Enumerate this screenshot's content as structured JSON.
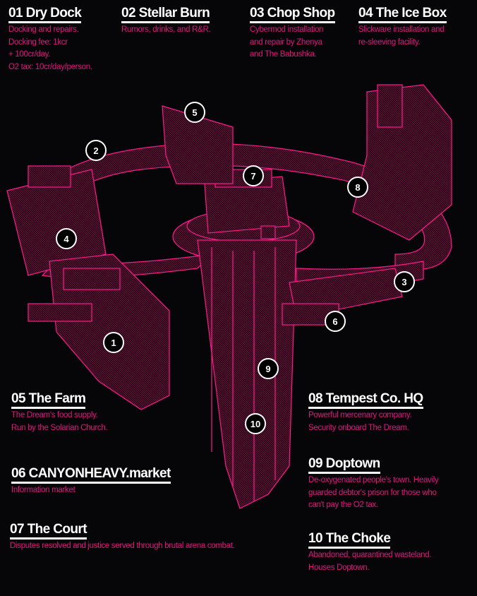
{
  "locations": [
    {
      "title": "01 Dry Dock",
      "desc": "Docking and repairs.\nDocking fee: 1kcr\n              + 100cr/day.\nO2 tax: 10cr/day/person."
    },
    {
      "title": "02 Stellar Burn",
      "desc": "Rumors, drinks, and R&R."
    },
    {
      "title": "03 Chop Shop",
      "desc": "Cybermod installation\nand repair by Zhenya\nand The Babushka."
    },
    {
      "title": "04 The Ice Box",
      "desc": "Slickware installation and\nre-sleeving facility."
    },
    {
      "title": "05 The Farm",
      "desc": "The Dream's food supply.\nRun by the Solarian Church."
    },
    {
      "title": "06 CANYONHEAVY.market",
      "desc": "Information market"
    },
    {
      "title": "07 The Court",
      "desc": "Disputes resolved  and justice served through brutal arena combat."
    },
    {
      "title": "08 Tempest Co. HQ",
      "desc": "Powerful mercenary company.\nSecurity onboard The Dream."
    },
    {
      "title": "09 Doptown",
      "desc": "De-oxygenated people's town. Heavily\nguarded debtor's prison for those who\ncan't pay the O2 tax."
    },
    {
      "title": "10 The Choke",
      "desc": "Abandoned, quarantined wasteland.\nHouses Doptown."
    }
  ],
  "markers": [
    "1",
    "2",
    "3",
    "4",
    "5",
    "6",
    "7",
    "8",
    "9",
    "10"
  ],
  "colors": {
    "accent": "#e3157f",
    "background": "#060608",
    "text": "#ffffff"
  }
}
